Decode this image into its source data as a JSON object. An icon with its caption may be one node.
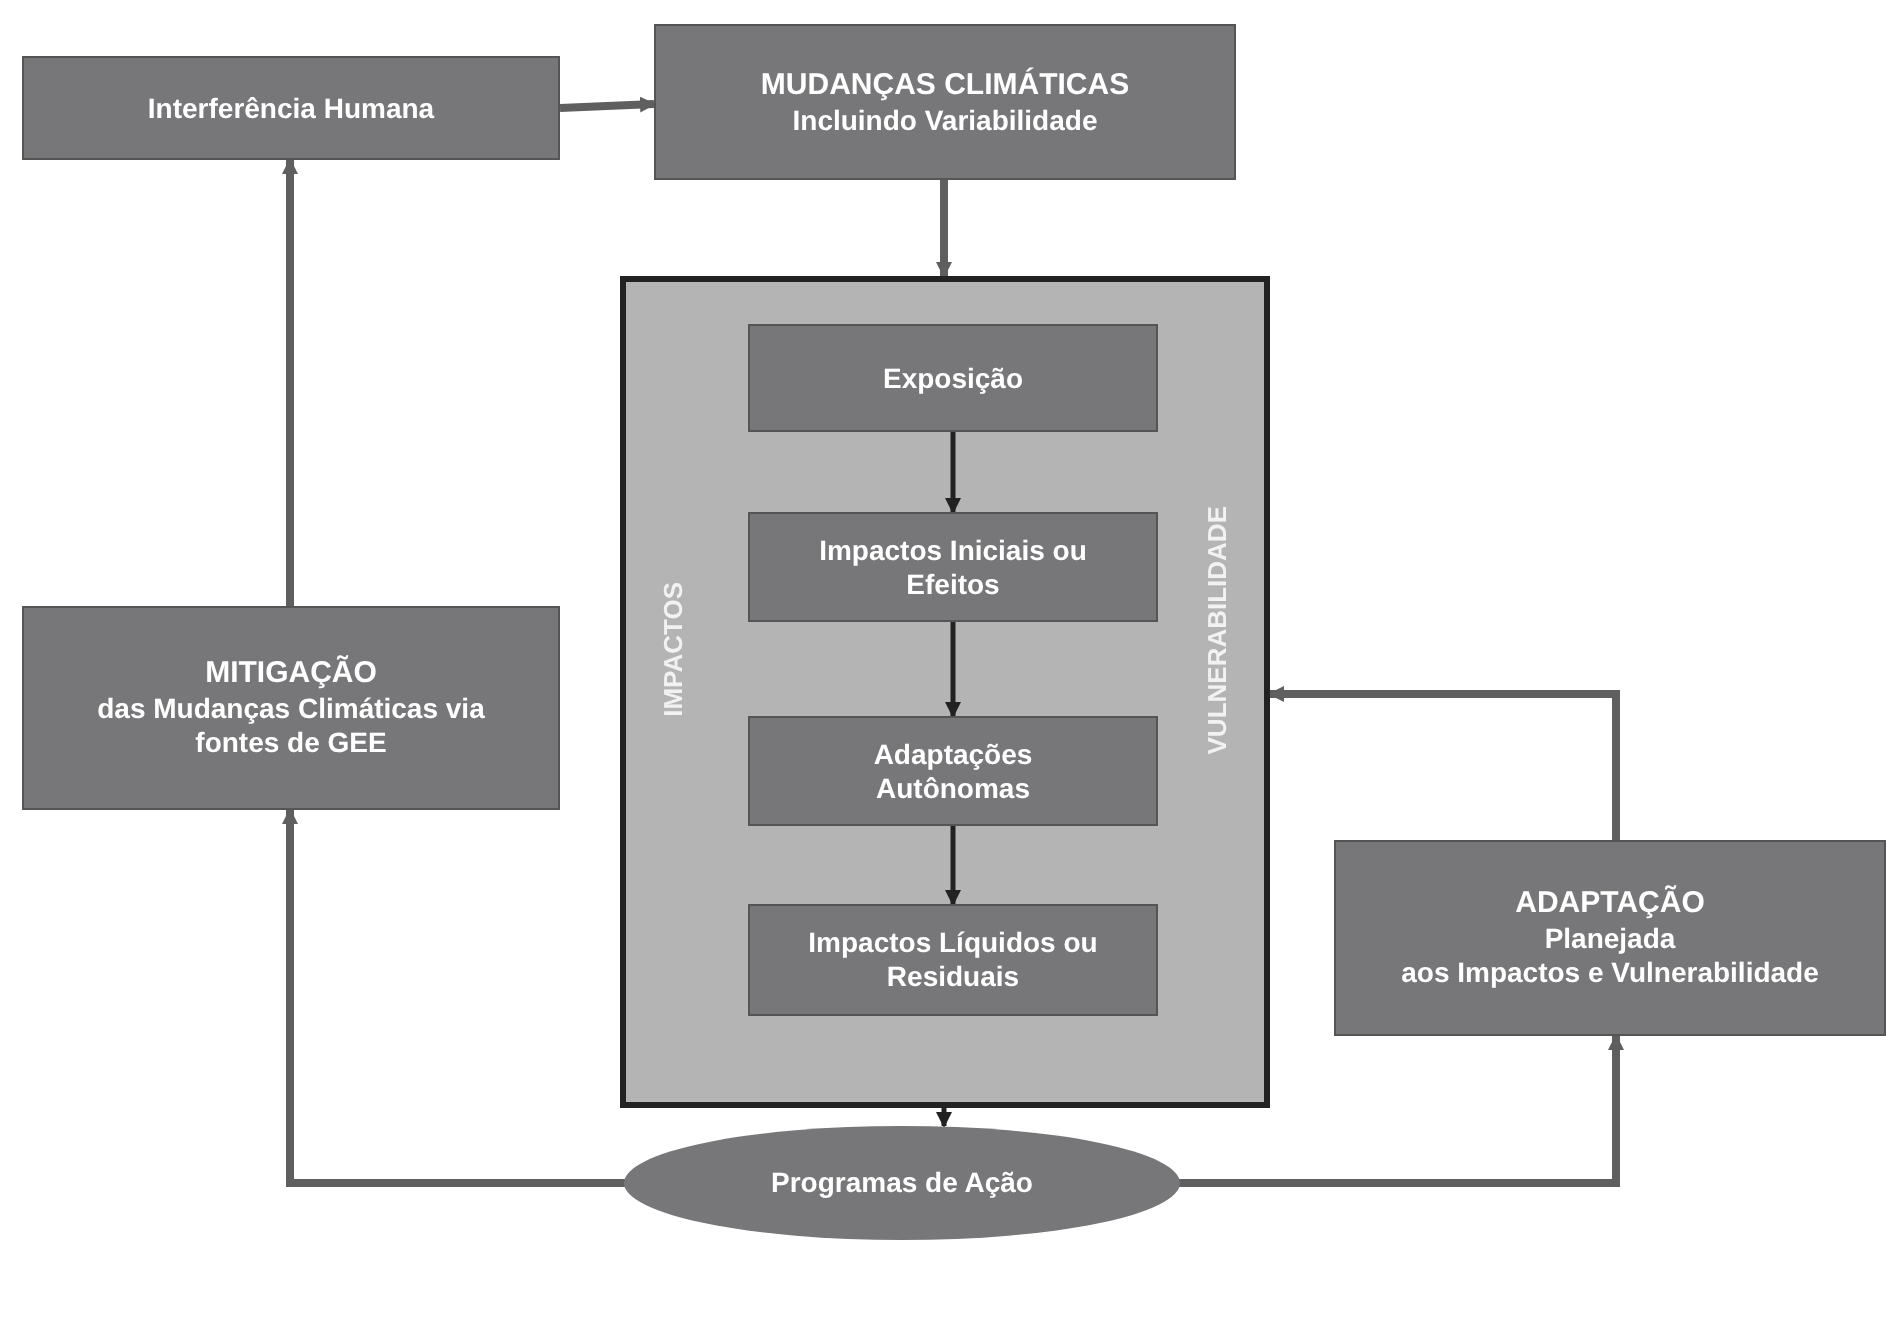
{
  "diagram": {
    "nodes": [
      {
        "text": [
          "Interferência Humana"
        ]
      },
      {
        "text": [
          "MUDANÇAS CLIMÁTICAS",
          "Incluindo Variabilidade"
        ]
      },
      {
        "text": [
          "IMPACTOS",
          "VULNERABILIDADE"
        ]
      },
      {
        "text": [
          "Exposição"
        ],
        "in": 2
      },
      {
        "text": [
          "Impactos Iniciais ou Efeitos"
        ],
        "in": 2
      },
      {
        "text": [
          "Adaptações Autônomas"
        ],
        "in": 2
      },
      {
        "text": [
          "Impactos Líquidos ou Residuais"
        ],
        "in": 2
      },
      {
        "text": [
          "MITIGAÇÃO",
          "das Mudanças Climáticas via fontes de GEE"
        ]
      },
      {
        "text": [
          "ADAPTAÇÃO",
          "Planejada",
          "aos Impactos e Vulnerabilidade"
        ]
      },
      {
        "text": [
          "Programas de Ação"
        ]
      }
    ],
    "edges": [
      {
        "from": 0,
        "to": 1,
        "arrow": "to"
      },
      {
        "from": 1,
        "to": 2,
        "arrow": "to"
      },
      {
        "from": 3,
        "to": 4,
        "arrow": "to",
        "color": "#222222"
      },
      {
        "from": 4,
        "to": 5,
        "arrow": "to",
        "color": "#222222"
      },
      {
        "from": 5,
        "to": 6,
        "arrow": "to",
        "color": "#222222"
      },
      {
        "from": 2,
        "to": 9,
        "arrow": "to",
        "color": "#222222"
      },
      {
        "from": 9,
        "to": 7,
        "arrow": "to"
      },
      {
        "from": 9,
        "to": 8,
        "arrow": "to"
      },
      {
        "from": 8,
        "to": 2,
        "arrow": "to"
      },
      {
        "from": 7,
        "to": 0,
        "arrow": "to"
      }
    ]
  }
}
